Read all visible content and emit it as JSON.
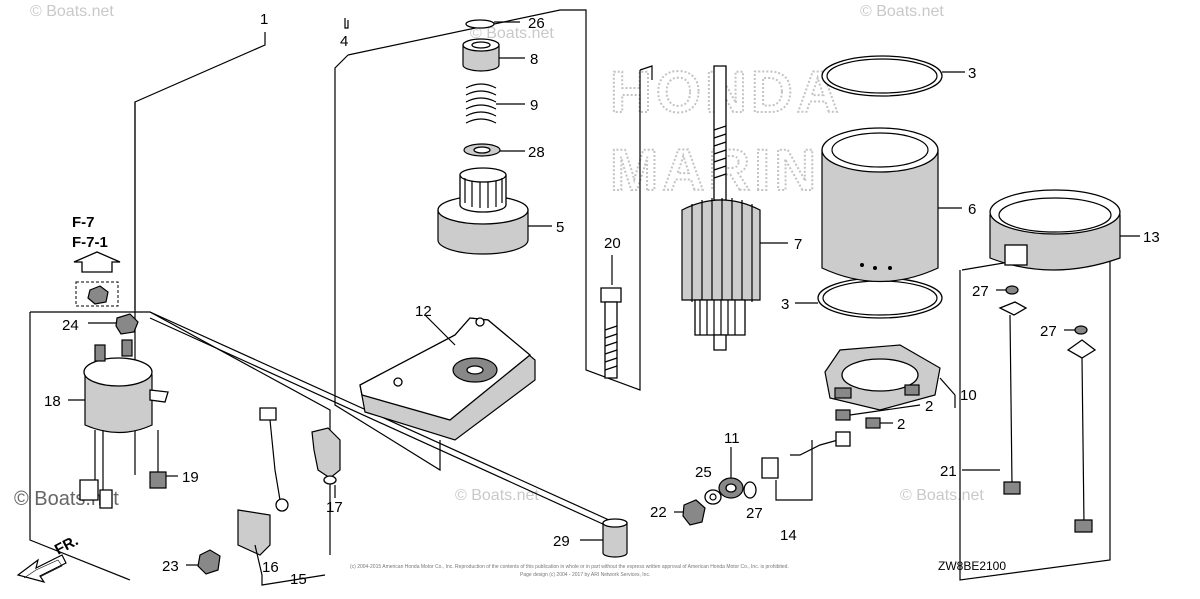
{
  "watermark": {
    "site": "© Boats.net",
    "brand_line1": "HONDA",
    "brand_line2": "MARINE"
  },
  "reference": {
    "line1": "F-7",
    "line2": "F-7-1"
  },
  "direction_label": "FR.",
  "diagram_code": "ZW8BE2100",
  "copyright_line1": "(c) 2004-2015 American Honda Motor Co., Inc. Reproduction of the contents of this publication in whole or in part without the express written approval of American Honda Motor Co., Inc. is prohibited.",
  "copyright_line2": "Page design (c) 2004 - 2017 by ARI Network Services, Inc.",
  "callouts": {
    "c1": "1",
    "c2a": "2",
    "c2b": "2",
    "c3a": "3",
    "c3b": "3",
    "c4": "4",
    "c5": "5",
    "c6": "6",
    "c7": "7",
    "c8": "8",
    "c9": "9",
    "c10": "10",
    "c11": "11",
    "c12": "12",
    "c13": "13",
    "c14": "14",
    "c15": "15",
    "c16": "16",
    "c17": "17",
    "c18": "18",
    "c19": "19",
    "c20": "20",
    "c21": "21",
    "c22": "22",
    "c23": "23",
    "c24": "24",
    "c25": "25",
    "c26": "26",
    "c27a": "27",
    "c27b": "27",
    "c27c": "27",
    "c28": "28",
    "c29": "29"
  }
}
